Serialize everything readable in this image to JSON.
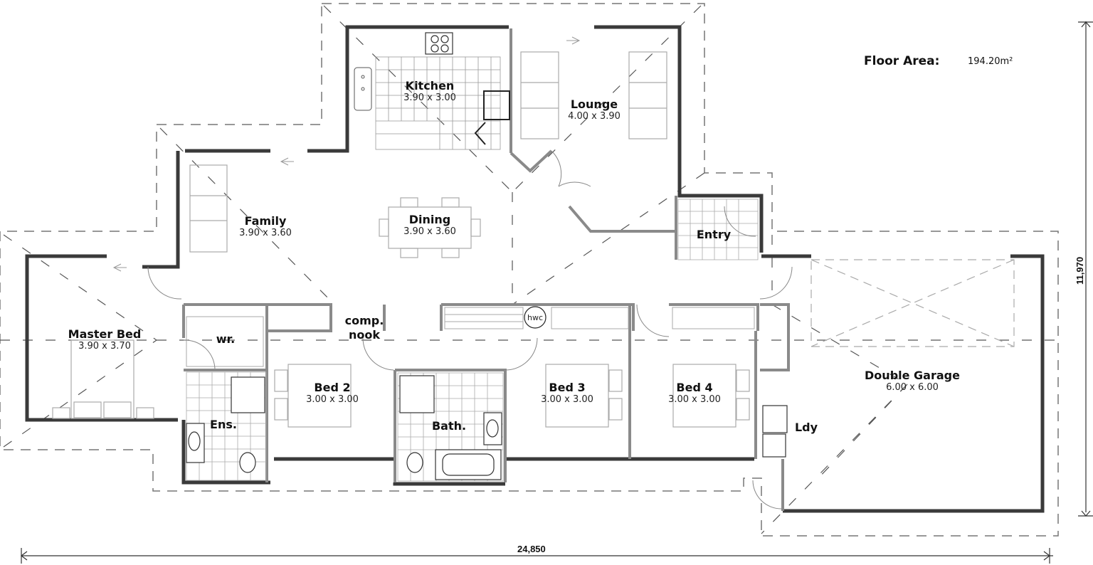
{
  "plan": {
    "floor_area_label": "Floor Area:",
    "floor_area_value": "194.20m²",
    "dimensions": {
      "overall_width": "24,850",
      "overall_depth": "11,970"
    },
    "rooms": [
      {
        "id": "kitchen",
        "name": "Kitchen",
        "size": "3.90 x 3.00"
      },
      {
        "id": "lounge",
        "name": "Lounge",
        "size": "4.00 x 3.90"
      },
      {
        "id": "family",
        "name": "Family",
        "size": "3.90 x 3.60"
      },
      {
        "id": "dining",
        "name": "Dining",
        "size": "3.90 x 3.60"
      },
      {
        "id": "entry",
        "name": "Entry",
        "size": ""
      },
      {
        "id": "master_bed",
        "name": "Master Bed",
        "size": "3.90 x 3.70"
      },
      {
        "id": "wr",
        "name": "wr.",
        "size": ""
      },
      {
        "id": "comp_nook",
        "name": "comp.\nnook",
        "size": ""
      },
      {
        "id": "bed2",
        "name": "Bed 2",
        "size": "3.00 x 3.00"
      },
      {
        "id": "bath",
        "name": "Bath.",
        "size": ""
      },
      {
        "id": "bed3",
        "name": "Bed 3",
        "size": "3.00 x 3.00"
      },
      {
        "id": "bed4",
        "name": "Bed 4",
        "size": "3.00 x 3.00"
      },
      {
        "id": "ensuite",
        "name": "Ens.",
        "size": ""
      },
      {
        "id": "laundry",
        "name": "Ldy",
        "size": ""
      },
      {
        "id": "double_garage",
        "name": "Double Garage",
        "size": "6.00 x 6.00"
      }
    ],
    "fixtures": {
      "hot_water_cylinder": "hwc"
    },
    "colors": {
      "exterior_wall": "#3a3a3a",
      "interior_wall": "#8a8a8a",
      "roof_line": "#777777",
      "furniture": "#b0b0b0",
      "text": "#111111"
    }
  }
}
